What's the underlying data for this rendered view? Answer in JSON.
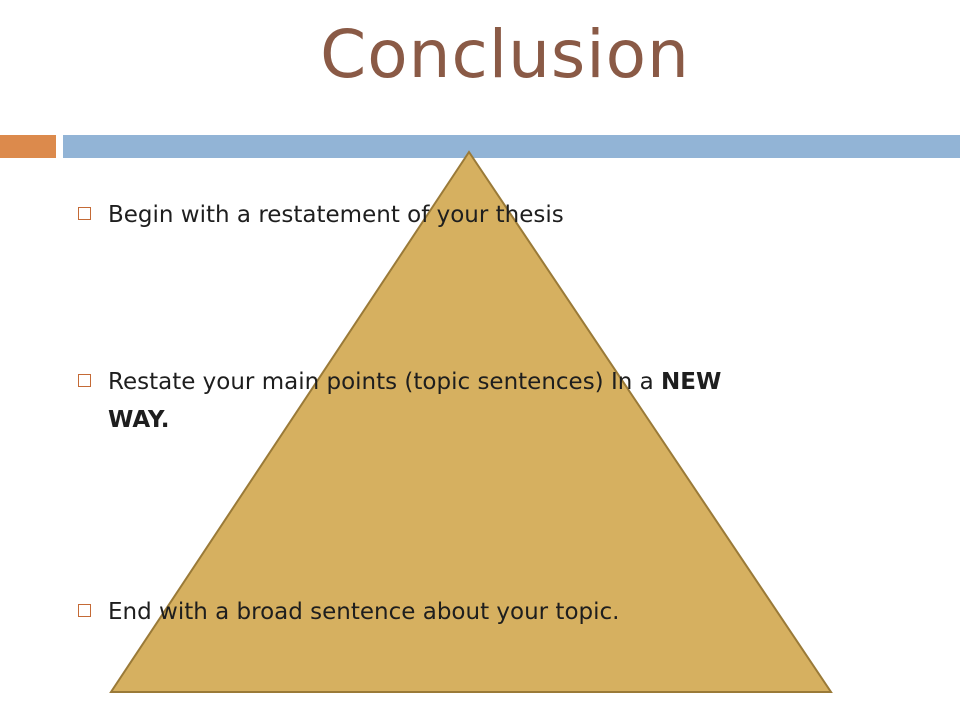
{
  "slide": {
    "title": "Conclusion",
    "colors": {
      "title": "#8a5a46",
      "accent_bar": "#dc8a4c",
      "main_bar": "#92b4d6",
      "pyramid_fill": "#d6b060",
      "pyramid_stroke": "#9a7a38",
      "bullet_marker": "#c46a36",
      "text": "#1e1e1e"
    },
    "bullets": [
      {
        "text": "Begin with a restatement of your thesis"
      },
      {
        "text": "Restate your main points (topic sentences) In a ",
        "emphasis_1": "NEW",
        "emphasis_2": "WAY."
      },
      {
        "text": "End with a broad sentence about your topic."
      }
    ],
    "bullet_marker_icon": "square-outline-icon"
  }
}
